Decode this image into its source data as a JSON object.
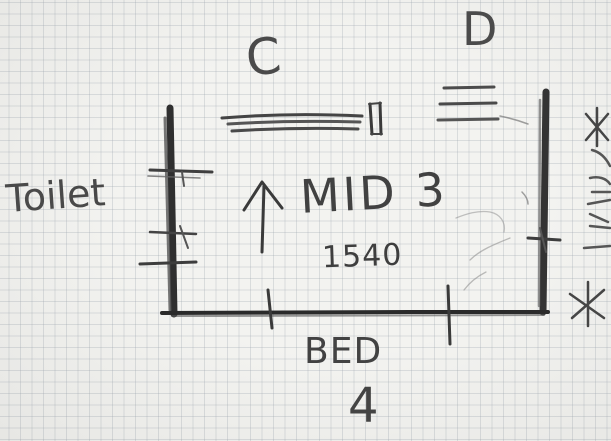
{
  "sketch": {
    "door_labels": [
      "C",
      "D"
    ],
    "toilet_label": "Toilet",
    "room_label": "MID 3",
    "room_dimension": "1540",
    "bed_label": "BED",
    "bed_number": "4"
  }
}
